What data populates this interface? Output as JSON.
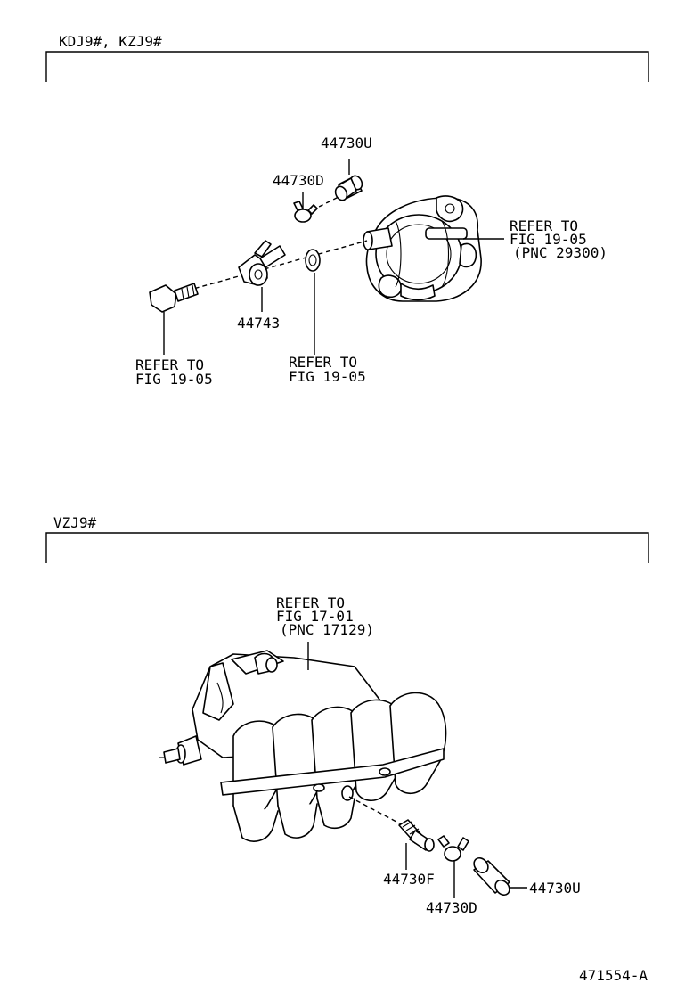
{
  "sections": [
    {
      "header": "KDJ9#, KZJ9#",
      "labels": {
        "p44730U": "44730U",
        "p44730D": "44730D",
        "p44743": "44743",
        "ref_pump_1": "REFER TO",
        "ref_pump_2": "FIG 19-05",
        "ref_pump_3": "(PNC 29300)",
        "ref_bolt_1": "REFER TO",
        "ref_bolt_2": "FIG 19-05",
        "ref_gasket_1": "REFER TO",
        "ref_gasket_2": "FIG 19-05"
      }
    },
    {
      "header": "VZJ9#",
      "labels": {
        "ref_manifold_1": "REFER TO",
        "ref_manifold_2": "FIG 17-01",
        "ref_manifold_3": "(PNC 17129)",
        "p44730F": "44730F",
        "p44730D": "44730D",
        "p44730U": "44730U"
      }
    }
  ],
  "figure_id": "471554-A"
}
